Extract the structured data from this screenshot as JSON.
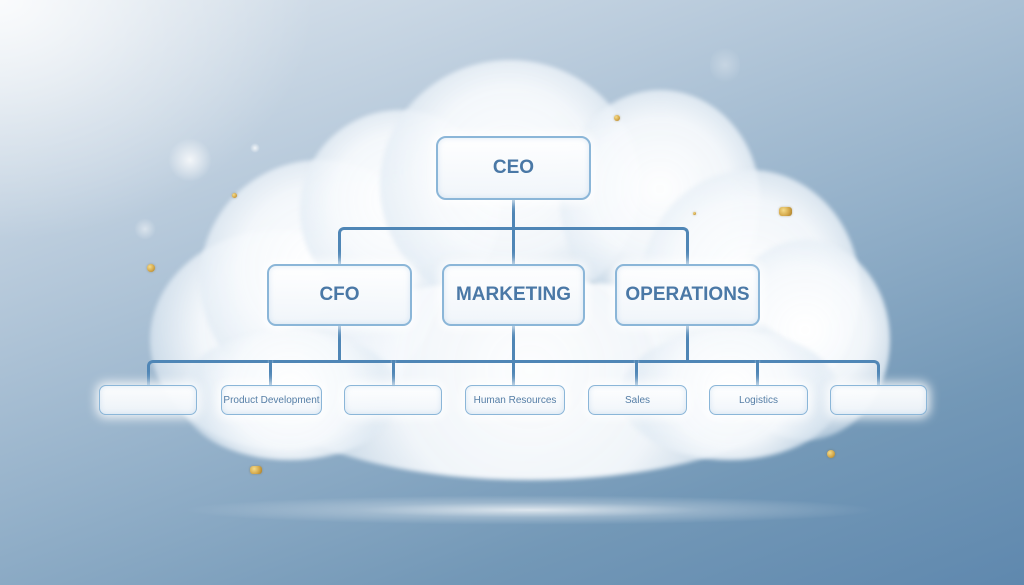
{
  "diagram": {
    "type": "org-chart",
    "theme_colors": {
      "node_border": "#8bb6d8",
      "node_text": "#4a78a6",
      "connector": "#4f86b6",
      "background_light": "#dfe7ef",
      "background_dark": "#5f88ae",
      "accent_gold": "#d4a84a"
    },
    "root": {
      "label": "CEO"
    },
    "level2": [
      {
        "label": "CFO"
      },
      {
        "label": "MARKETING"
      },
      {
        "label": "OPERATIONS"
      }
    ],
    "level3": [
      {
        "label": ""
      },
      {
        "label": "Product Development"
      },
      {
        "label": ""
      },
      {
        "label": "Human Resources"
      },
      {
        "label": "Sales"
      },
      {
        "label": "Logistics"
      },
      {
        "label": ""
      }
    ]
  }
}
